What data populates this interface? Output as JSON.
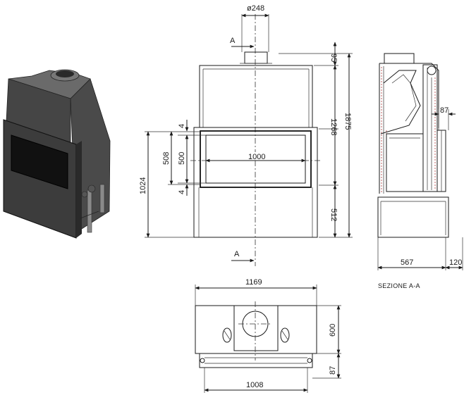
{
  "colors": {
    "line": "#1a1a1a",
    "body_dark": "#3c3c3c",
    "body_light": "#5a5a5a",
    "glass": "#111111",
    "hatch": "#b03a3a"
  },
  "front_view": {
    "flue_diameter": "ø248",
    "section_marker_top": "A",
    "section_marker_bottom": "A",
    "dim_top_gap": "95",
    "dim_total_height": "1875",
    "dim_upper_height": "1268",
    "dim_lower_height": "512",
    "dim_left_height": "1024",
    "dim_glass_height": "500",
    "dim_opening_height": "508",
    "dim_upper_offset": "4",
    "dim_lower_offset": "4",
    "dim_glass_width": "1000"
  },
  "section_view": {
    "dim_depth": "567",
    "dim_front": "120",
    "dim_frame": "87",
    "caption": "SEZIONE A-A"
  },
  "plan_view": {
    "dim_width": "1169",
    "dim_depth": "600",
    "dim_frame_depth": "87",
    "dim_frame_width": "1008"
  }
}
